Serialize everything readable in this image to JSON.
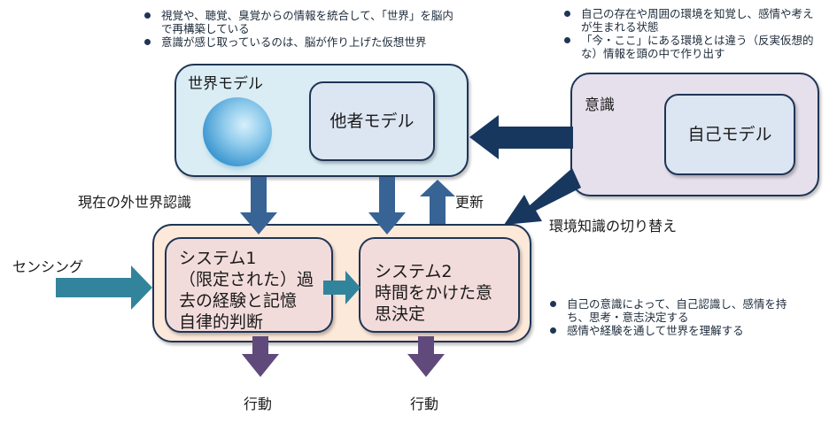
{
  "top_left_notes": [
    "視覚や、聴覚、臭覚からの情報を統合して、「世界」を脳内で再構築している",
    "意識が感じ取っているのは、脳が作り上げた仮想世界"
  ],
  "top_right_notes": [
    "自己の存在や周囲の環境を知覚し、感情や考えが生まれる状態",
    "「今・ここ」にある環境とは違う（反実仮想的な）情報を頭の中で作り出す"
  ],
  "bottom_right_notes": [
    "自己の意識によって、自己認識し、感情を持ち、思考・意志決定する",
    "感情や経験を通して世界を理解する"
  ],
  "world_model": {
    "title": "世界モデル",
    "inner": "他者モデル",
    "icon": "globe-icon"
  },
  "consciousness": {
    "title": "意識",
    "inner": "自己モデル"
  },
  "system1": {
    "lines": [
      "システム1",
      "（限定された）過",
      "去の経験と記憶",
      "自律的判断"
    ]
  },
  "system2": {
    "lines": [
      "システム2",
      "時間をかけた意",
      "思決定"
    ]
  },
  "labels": {
    "current_recognition": "現在の外世界認識",
    "update": "更新",
    "env_switch": "環境知識の切り替え",
    "sensing": "センシング",
    "action1": "行動",
    "action2": "行動"
  },
  "colors": {
    "world_fill": "#daedf4",
    "consciousness_fill": "#e6e0ec",
    "inner_model_fill": "#dce6f2",
    "system_outer_fill": "#fde9d9",
    "system_inner_fill": "#f2dcdb",
    "border": "#1f3556",
    "arrow_blue": "#386495",
    "arrow_dark": "#17375e",
    "arrow_teal": "#31849b",
    "arrow_purple": "#604a7b"
  }
}
